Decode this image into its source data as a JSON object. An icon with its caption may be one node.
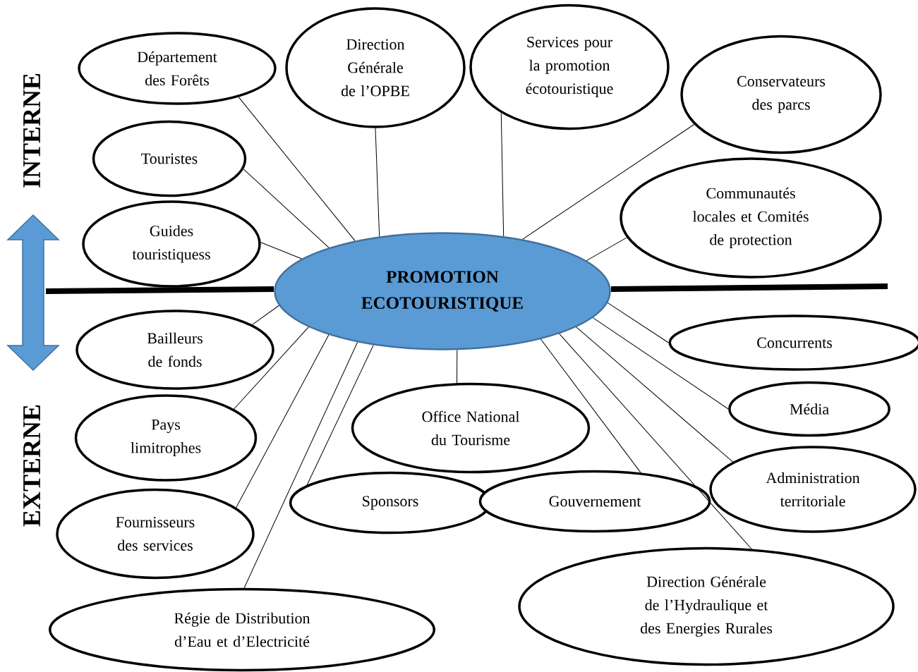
{
  "diagram": {
    "nodes": [
      {
        "text": [
          "PROMOTION ECOTOURISTIQUE"
        ]
      },
      {
        "text": [
          "Département des Forêts"
        ]
      },
      {
        "text": [
          "Direction Générale de l’OPBE"
        ]
      },
      {
        "text": [
          "Services pour la promotion écotouristique"
        ]
      },
      {
        "text": [
          "Conservateurs des parcs"
        ]
      },
      {
        "text": [
          "Touristes"
        ]
      },
      {
        "text": [
          "Guides touristiquess"
        ]
      },
      {
        "text": [
          "Communautés locales et Comités de protection"
        ]
      },
      {
        "text": [
          "Bailleurs de fonds"
        ]
      },
      {
        "text": [
          "Concurrents"
        ]
      },
      {
        "text": [
          "Pays limitrophes"
        ]
      },
      {
        "text": [
          "Office National du Tourisme"
        ]
      },
      {
        "text": [
          "Média"
        ]
      },
      {
        "text": [
          "Fournisseurs des services"
        ]
      },
      {
        "text": [
          "Sponsors"
        ]
      },
      {
        "text": [
          "Gouvernement"
        ]
      },
      {
        "text": [
          "Administration territoriale"
        ]
      },
      {
        "text": [
          "Régie de Distribution d’Eau et d’Electricité"
        ]
      },
      {
        "text": [
          "Direction Générale de l’Hydraulique et des Energies Rurales"
        ]
      }
    ],
    "edges": [
      {
        "from": 0,
        "to": 1,
        "arrow": "none"
      },
      {
        "from": 0,
        "to": 2,
        "arrow": "none"
      },
      {
        "from": 0,
        "to": 3,
        "arrow": "none"
      },
      {
        "from": 0,
        "to": 4,
        "arrow": "none"
      },
      {
        "from": 0,
        "to": 5,
        "arrow": "none"
      },
      {
        "from": 0,
        "to": 6,
        "arrow": "none"
      },
      {
        "from": 0,
        "to": 7,
        "arrow": "none"
      },
      {
        "from": 0,
        "to": 8,
        "arrow": "none"
      },
      {
        "from": 0,
        "to": 9,
        "arrow": "none"
      },
      {
        "from": 0,
        "to": 10,
        "arrow": "none"
      },
      {
        "from": 0,
        "to": 11,
        "arrow": "none"
      },
      {
        "from": 0,
        "to": 12,
        "arrow": "none"
      },
      {
        "from": 0,
        "to": 13,
        "arrow": "none"
      },
      {
        "from": 0,
        "to": 14,
        "arrow": "none"
      },
      {
        "from": 0,
        "to": 15,
        "arrow": "none"
      },
      {
        "from": 0,
        "to": 16,
        "arrow": "none"
      },
      {
        "from": 0,
        "to": 17,
        "arrow": "none"
      },
      {
        "from": 0,
        "to": 18,
        "arrow": "none"
      }
    ],
    "labels": [
      "INTERNE",
      "EXTERNE"
    ]
  }
}
